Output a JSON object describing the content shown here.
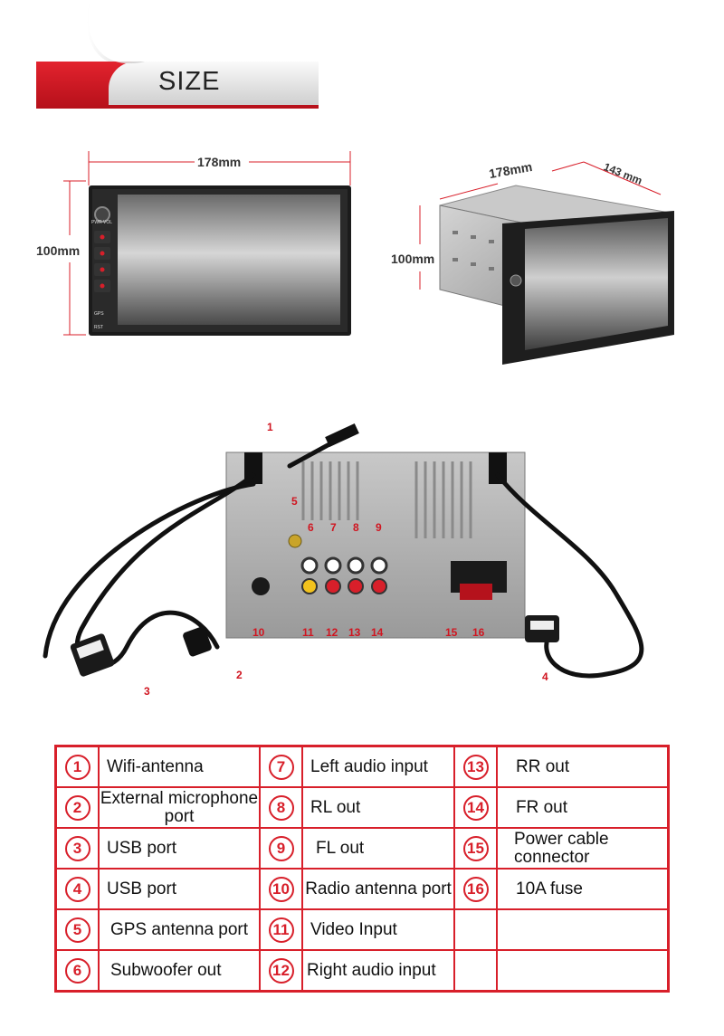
{
  "banner": {
    "title": "SIZE"
  },
  "dimensions": {
    "front_width": "178mm",
    "front_height": "100mm",
    "side_width": "178mm",
    "side_depth": "143 mm",
    "side_height": "100mm"
  },
  "front_panel": {
    "pwr_vol": "PWR  VOL",
    "gps": "GPS",
    "rst": "RST"
  },
  "callouts": [
    "1",
    "2",
    "3",
    "4",
    "5",
    "6",
    "7",
    "8",
    "9",
    "10",
    "11",
    "12",
    "13",
    "14",
    "15",
    "16"
  ],
  "legend": [
    {
      "num": "1",
      "label": "Wifi-antenna"
    },
    {
      "num": "2",
      "label": "External microphone port"
    },
    {
      "num": "3",
      "label": "USB port"
    },
    {
      "num": "4",
      "label": "USB port"
    },
    {
      "num": "5",
      "label": "GPS antenna port"
    },
    {
      "num": "6",
      "label": "Subwoofer out"
    },
    {
      "num": "7",
      "label": "Left audio input"
    },
    {
      "num": "8",
      "label": "RL out"
    },
    {
      "num": "9",
      "label": "FL out"
    },
    {
      "num": "10",
      "label": "Radio antenna port"
    },
    {
      "num": "11",
      "label": "Video Input"
    },
    {
      "num": "12",
      "label": "Right audio input"
    },
    {
      "num": "13",
      "label": "RR out"
    },
    {
      "num": "14",
      "label": "FR out"
    },
    {
      "num": "15",
      "label": "Power cable connector"
    },
    {
      "num": "16",
      "label": "10A fuse"
    }
  ],
  "colors": {
    "accent": "#d81f2a"
  }
}
